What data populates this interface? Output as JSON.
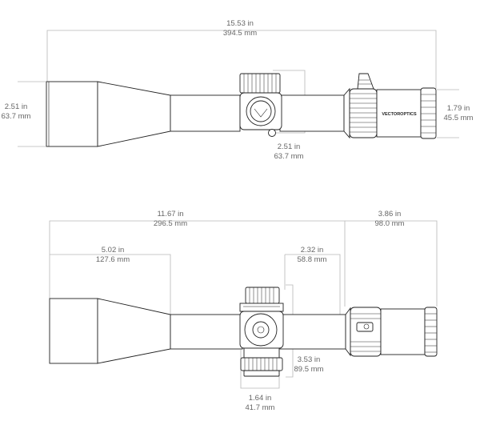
{
  "top_view": {
    "overall_length": {
      "in": "15.53 in",
      "mm": "394.5 mm"
    },
    "objective_diameter": {
      "in": "2.51 in",
      "mm": "63.7 mm"
    },
    "turret_width": {
      "in": "2.51 in",
      "mm": "63.7 mm"
    },
    "eyepiece_diameter": {
      "in": "1.79 in",
      "mm": "45.5 mm"
    },
    "brand_mark": "VECTOROPTICS"
  },
  "side_view": {
    "objective_to_eyepiece": {
      "in": "11.67 in",
      "mm": "296.5 mm"
    },
    "eyepiece_length": {
      "in": "3.86 in",
      "mm": "98.0 mm"
    },
    "objective_to_tube": {
      "in": "5.02 in",
      "mm": "127.6 mm"
    },
    "turret_to_eyepiece": {
      "in": "2.32 in",
      "mm": "58.8 mm"
    },
    "turret_height": {
      "in": "3.53 in",
      "mm": "89.5 mm"
    },
    "turret_base_width": {
      "in": "1.64 in",
      "mm": "41.7 mm"
    }
  }
}
